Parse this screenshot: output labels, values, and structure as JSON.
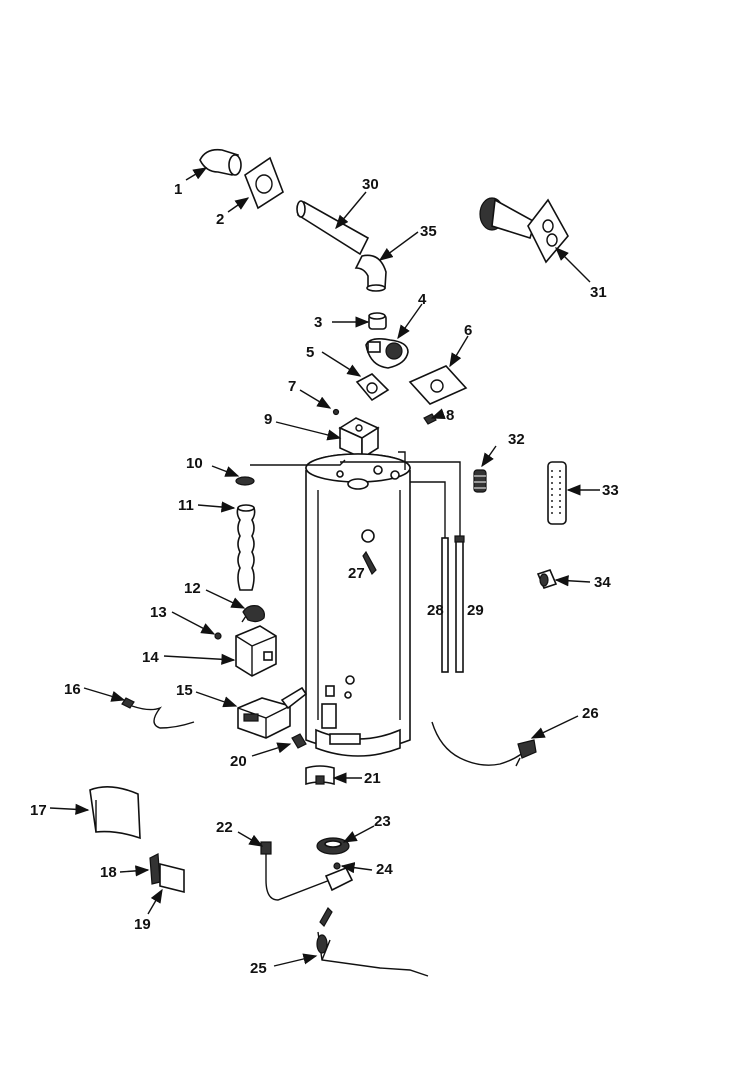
{
  "callouts": [
    {
      "id": "1",
      "text": "1"
    },
    {
      "id": "2",
      "text": "2"
    },
    {
      "id": "3",
      "text": "3"
    },
    {
      "id": "4",
      "text": "4"
    },
    {
      "id": "5",
      "text": "5"
    },
    {
      "id": "6",
      "text": "6"
    },
    {
      "id": "7",
      "text": "7"
    },
    {
      "id": "8",
      "text": "8"
    },
    {
      "id": "9",
      "text": "9"
    },
    {
      "id": "10",
      "text": "10"
    },
    {
      "id": "11",
      "text": "11"
    },
    {
      "id": "12",
      "text": "12"
    },
    {
      "id": "13",
      "text": "13"
    },
    {
      "id": "14",
      "text": "14"
    },
    {
      "id": "15",
      "text": "15"
    },
    {
      "id": "16",
      "text": "16"
    },
    {
      "id": "17",
      "text": "17"
    },
    {
      "id": "18",
      "text": "18"
    },
    {
      "id": "19",
      "text": "19"
    },
    {
      "id": "20",
      "text": "20"
    },
    {
      "id": "21",
      "text": "21"
    },
    {
      "id": "22",
      "text": "22"
    },
    {
      "id": "23",
      "text": "23"
    },
    {
      "id": "24",
      "text": "24"
    },
    {
      "id": "25",
      "text": "25"
    },
    {
      "id": "26",
      "text": "26"
    },
    {
      "id": "27",
      "text": "27"
    },
    {
      "id": "28",
      "text": "28"
    },
    {
      "id": "29",
      "text": "29"
    },
    {
      "id": "30",
      "text": "30"
    },
    {
      "id": "31",
      "text": "31"
    },
    {
      "id": "32",
      "text": "32"
    },
    {
      "id": "33",
      "text": "33"
    },
    {
      "id": "34",
      "text": "34"
    },
    {
      "id": "35",
      "text": "35"
    }
  ]
}
